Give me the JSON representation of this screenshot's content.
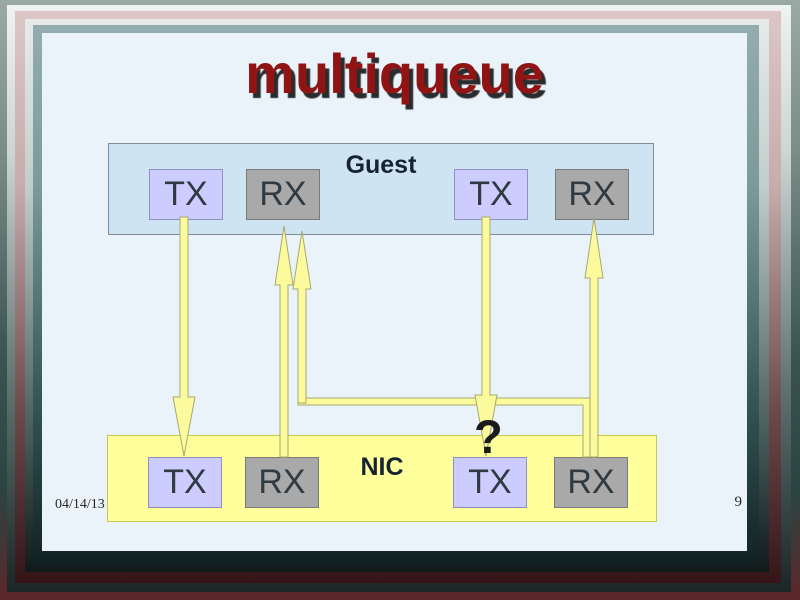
{
  "slide": {
    "title": "multiqueue",
    "guest": {
      "label": "Guest",
      "queues": [
        "TX",
        "RX",
        "TX",
        "RX"
      ]
    },
    "nic": {
      "label": "NIC",
      "queues": [
        "TX",
        "RX",
        "TX",
        "RX"
      ]
    },
    "question_mark": "?",
    "footer": {
      "date": "04/14/13",
      "page_number": "9"
    }
  },
  "colors": {
    "title_text": "#901414",
    "slide_background": "#eaf3fa",
    "guest_fill": "#cfe4f3",
    "nic_fill": "#ffff9b",
    "tx_fill": "#ccccff",
    "rx_fill": "#a9a9a9",
    "arrow_fill": "#fbfb9e",
    "arrow_stroke": "#a8a870"
  }
}
